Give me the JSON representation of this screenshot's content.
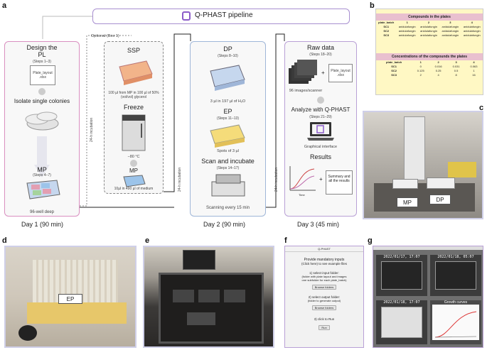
{
  "letters": {
    "a": "a",
    "b": "b",
    "c": "c",
    "d": "d",
    "e": "e",
    "f": "f",
    "g": "g"
  },
  "header": {
    "title": "Q-PHAST pipeline"
  },
  "day1": {
    "design_title": "Design the",
    "design_title2": "PL",
    "design_steps": "(Steps 1–3)",
    "plate_file": "Plate_layout",
    "plate_ext": ".xlsx",
    "isolate": "Isolate single colonies",
    "mp": "MP",
    "mp_steps": "(Steps 4–7)",
    "well": "96-well deep",
    "footer": "Day 1 (90 min)"
  },
  "optional": {
    "label": "Optional (Box 1)",
    "ssp": "SSP",
    "ssp_desc": "100 µl from MP in 100 µl of 50% (vol/vol) glycerol",
    "freeze": "Freeze",
    "temp": "−80 °C",
    "mp": "MP",
    "mp_desc": "10µl in 490 µl of medium"
  },
  "incubation": {
    "text": "24-h incubation"
  },
  "day2": {
    "dp": "DP",
    "dp_steps": "(Steps 8–10)",
    "dp_desc": "3 µl in 197 µl of  H₂O",
    "ep": "EP",
    "ep_steps": "(Steps 11–13)",
    "ep_desc": "Spots of 3 µl",
    "scan": "Scan and incubate",
    "scan_steps": "(Steps 14–17)",
    "scan_desc": "Scanning every 15 min",
    "footer": "Day 2 (90 min)"
  },
  "day3": {
    "raw": "Raw data",
    "raw_steps": "(Steps 18–20)",
    "images": "96 images/scanner",
    "plus": "+",
    "plate_file": "Plate_layout",
    "plate_ext": ".xlsx",
    "analyze": "Analyze with Q-PHAST",
    "analyze_steps": "(Steps 21–29)",
    "gui": "Graphical interface",
    "results": "Results",
    "summary": "Summary and all the results",
    "time": "Time",
    "footer": "Day 3 (45 min)"
  },
  "panel_b": {
    "compounds_title": "Compounds in the plates",
    "conc_title": "Concentrations of the compounds the plates",
    "header": [
      "plate_batch",
      "1",
      "2",
      "3",
      "4"
    ],
    "compound_rows": [
      [
        "SC1",
        "anidulafungin",
        "anidulafungin",
        "anidulafungin",
        "anidulafungin"
      ],
      [
        "SC2",
        "anidulafungin",
        "anidulafungin",
        "anidulafungin",
        "anidulafungin"
      ],
      [
        "SC3",
        "anidulafungin",
        "anidulafungin",
        "anidulafungin",
        "anidulafungin"
      ]
    ],
    "conc_rows": [
      [
        "SC1",
        "0",
        "0.016",
        "0.031",
        "0.063"
      ],
      [
        "SC2",
        "0.125",
        "0.25",
        "0.5",
        "1"
      ],
      [
        "SC3",
        "2",
        "4",
        "8",
        "16"
      ]
    ]
  },
  "panel_c": {
    "mp": "MP",
    "dp": "DP"
  },
  "panel_d": {
    "ep": "EP"
  },
  "panel_f": {
    "window_title": "Q-PHAST",
    "intro": "Provide mandatory inputs",
    "intro2": "(Click here) to see example files",
    "step1": "1) select input folder:",
    "step1b": "(folder with plate layout and images",
    "step1c": "one subfolder for each plate_batch)",
    "browse1": "Browse folders",
    "step2": "2) select output folder:",
    "step2b": "(folder to generate output)",
    "browse2": "Browse folders",
    "step3": "3) click to Run",
    "run": "Run"
  },
  "panel_g": {
    "ts1": "2022/01/17, 17:07",
    "ts2": "2022/01/18, 05:07",
    "ts3": "2022/01/18, 17:07",
    "growth": "Growth curves"
  },
  "colors": {
    "pink": "#d98fc0",
    "blue": "#9fb6d8",
    "purple": "#b9a0d6",
    "gray_dash": "#888888",
    "plate_orange": "#f2b48a",
    "plate_yellow": "#f5dc7a",
    "plate_blue": "#9cc4ea"
  }
}
